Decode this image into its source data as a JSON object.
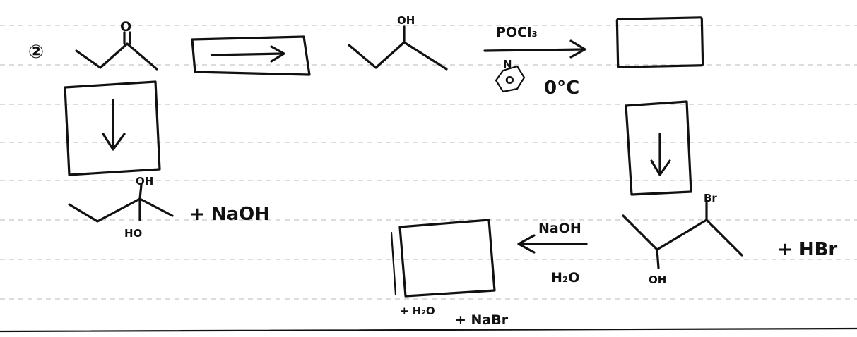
{
  "problem": {
    "number_label": "②"
  },
  "step1": {
    "start_atom": "O",
    "product_atom": "OH"
  },
  "step2": {
    "reagent": "POCl₃",
    "base_atom": "N",
    "base_ring_label": "O",
    "temperature": "0°C"
  },
  "branch_down": {
    "top_oh": "OH",
    "bottom_ho": "HO",
    "byproduct": "+ NaOH"
  },
  "bromohydrin": {
    "br_label": "Br",
    "oh_label": "OH",
    "byproduct": "+ HBr"
  },
  "step_final": {
    "reagent_top": "NaOH",
    "reagent_bottom": "H₂O",
    "byproduct_1": "+ H₂O",
    "byproduct_2": "+ NaBr"
  }
}
